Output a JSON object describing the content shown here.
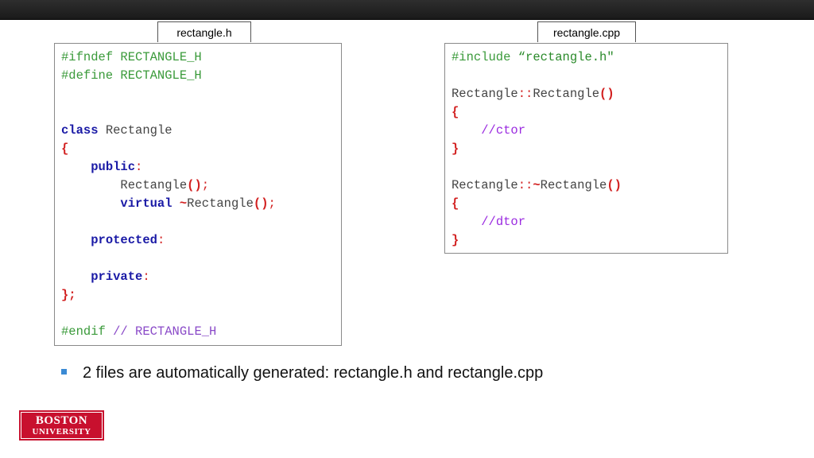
{
  "tabs": {
    "header_file": "rectangle.h",
    "source_file": "rectangle.cpp"
  },
  "header_code": {
    "ifndef": "#ifndef RECTANGLE_H",
    "define": "#define RECTANGLE_H",
    "class_kw": "class",
    "class_name": "Rectangle",
    "open_brace": "{",
    "public_kw": "public",
    "colon": ":",
    "ctor_name": "Rectangle",
    "parens": "()",
    "semicolon": ";",
    "virtual_kw": "virtual",
    "tilde": "~",
    "dtor_name": "Rectangle",
    "protected_kw": "protected",
    "private_kw": "private",
    "close_brace": "};",
    "endif": "#endif",
    "endif_comment": "// RECTANGLE_H"
  },
  "source_code": {
    "include_directive": "#include",
    "include_file": "“rectangle.h\"",
    "class_name": "Rectangle",
    "scope_op": "::",
    "ctor_name": "Rectangle",
    "parens": "()",
    "open_brace": "{",
    "ctor_comment": "//ctor",
    "close_brace": "}",
    "tilde": "~",
    "dtor_name": "Rectangle",
    "dtor_comment": "//dtor"
  },
  "bullet": {
    "text": "2 files are automatically generated: rectangle.h and rectangle.cpp"
  },
  "logo": {
    "line1": "BOSTON",
    "line2": "UNIVERSITY"
  },
  "colors": {
    "preprocessor": "#3a9a3a",
    "keyword": "#1a1aa6",
    "operator": "#d22020",
    "comment": "#8a4ac8",
    "bullet": "#3a8ad4",
    "logo": "#c8102e"
  }
}
